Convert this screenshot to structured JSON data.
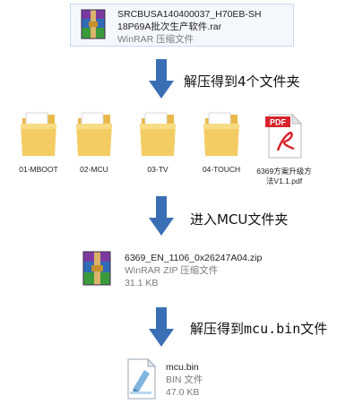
{
  "rar_archive": {
    "name_line1": "SRCBUSA140400037_H70EB-SH",
    "name_line2": "18P69A批次生产软件.rar",
    "type": "WinRAR 压缩文件"
  },
  "step1_label": "解压得到4个文件夹",
  "folders": [
    {
      "label": "01-MBOOT"
    },
    {
      "label": "02-MCU"
    },
    {
      "label": "03-TV"
    },
    {
      "label": "04-TOUCH"
    }
  ],
  "pdf_doc": {
    "badge": "PDF",
    "caption_line1": "6369方案升级方",
    "caption_line2": "法V1.1.pdf"
  },
  "step2_label": "进入MCU文件夹",
  "zip_archive": {
    "name": "6369_EN_1106_0x26247A04.zip",
    "type": "WinRAR ZIP 压缩文件",
    "size": "31.1 KB"
  },
  "step3_label_prefix": "解压得到",
  "step3_label_mono": "mcu.bin",
  "step3_label_suffix": "文件",
  "bin_file": {
    "name": "mcu.bin",
    "type": "BIN 文件",
    "size": "47.0 KB"
  },
  "colors": {
    "arrow": "#3a6fb5",
    "folder": "#f1c75a",
    "pdf_red": "#d8242c"
  }
}
